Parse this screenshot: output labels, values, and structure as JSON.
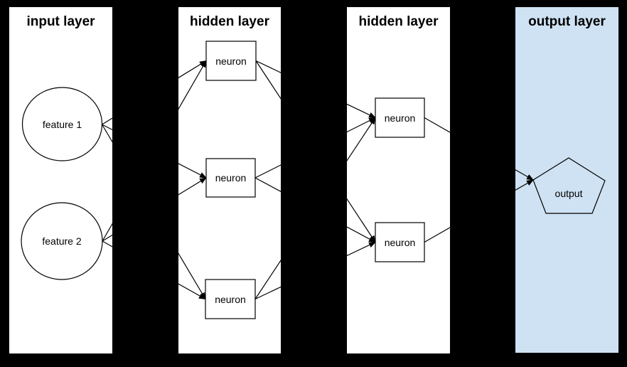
{
  "panels": [
    {
      "id": "input",
      "title": "input layer",
      "fill": "#ffffff"
    },
    {
      "id": "hidden1",
      "title": "hidden layer",
      "fill": "#ffffff"
    },
    {
      "id": "hidden2",
      "title": "hidden layer",
      "fill": "#ffffff"
    },
    {
      "id": "output",
      "title": "output layer",
      "fill": "#cfe2f3"
    }
  ],
  "nodes": {
    "feature1": {
      "label": "feature 1",
      "shape": "ellipse",
      "layer": "input"
    },
    "feature2": {
      "label": "feature 2",
      "shape": "ellipse",
      "layer": "input"
    },
    "h1n1": {
      "label": "neuron",
      "shape": "rect",
      "layer": "hidden1"
    },
    "h1n2": {
      "label": "neuron",
      "shape": "rect",
      "layer": "hidden1"
    },
    "h1n3": {
      "label": "neuron",
      "shape": "rect",
      "layer": "hidden1"
    },
    "h2n1": {
      "label": "neuron",
      "shape": "rect",
      "layer": "hidden2"
    },
    "h2n2": {
      "label": "neuron",
      "shape": "rect",
      "layer": "hidden2"
    },
    "output": {
      "label": "output",
      "shape": "pentagon",
      "layer": "output"
    }
  },
  "connections": [
    {
      "from": "feature1",
      "to": "h1n1"
    },
    {
      "from": "feature1",
      "to": "h1n2"
    },
    {
      "from": "feature1",
      "to": "h1n3"
    },
    {
      "from": "feature2",
      "to": "h1n1"
    },
    {
      "from": "feature2",
      "to": "h1n2"
    },
    {
      "from": "feature2",
      "to": "h1n3"
    },
    {
      "from": "h1n1",
      "to": "h2n1"
    },
    {
      "from": "h1n1",
      "to": "h2n2"
    },
    {
      "from": "h1n2",
      "to": "h2n1"
    },
    {
      "from": "h1n2",
      "to": "h2n2"
    },
    {
      "from": "h1n3",
      "to": "h2n1"
    },
    {
      "from": "h1n3",
      "to": "h2n2"
    },
    {
      "from": "h2n1",
      "to": "output"
    },
    {
      "from": "h2n2",
      "to": "output"
    }
  ],
  "colors": {
    "background": "#000000",
    "panel_fill": "#ffffff",
    "output_panel_fill": "#cfe2f3",
    "node_fill": "#ffffff",
    "line": "#000000",
    "text": "#000000"
  }
}
